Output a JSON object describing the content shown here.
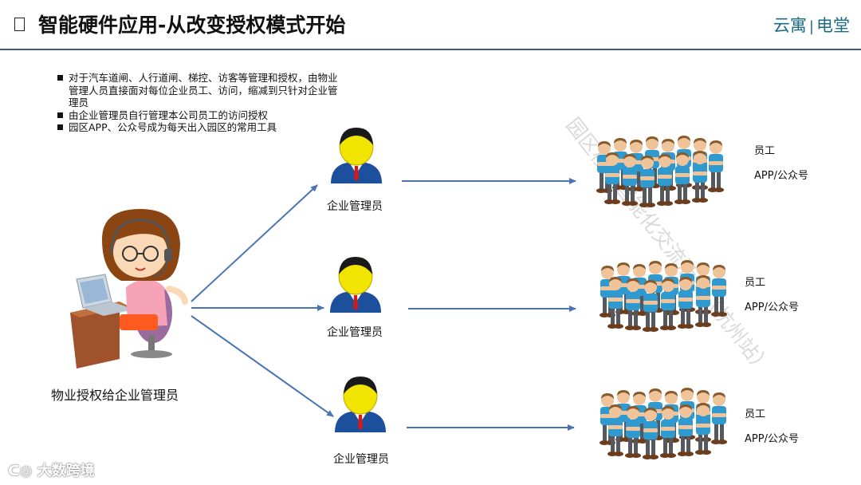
{
  "header": {
    "title": "智能硬件应用-从改变授权模式开始",
    "brand_left": "云寓",
    "brand_sep": "|",
    "brand_right": "电堂"
  },
  "bullets": [
    "对于汽车道闸、人行道闸、梯控、访客等管理和授权，由物业管理人员直接面对每位企业员工、访问，缩减到只针对企业管理员",
    "由企业管理员自行管理本公司员工的访问授权",
    "园区APP、公众号成为每天出入园区的常用工具"
  ],
  "source": {
    "caption": "物业授权给企业管理员"
  },
  "admins": [
    {
      "label": "企业管理员"
    },
    {
      "label": "企业管理员"
    },
    {
      "label": "企业管理员"
    }
  ],
  "groups": [
    {
      "line1": "员工",
      "line2": "APP/公众号"
    },
    {
      "line1": "员工",
      "line2": "APP/公众号"
    },
    {
      "line1": "员工",
      "line2": "APP/公众号"
    }
  ],
  "watermark": "园区楼宇智能化交流活动（杭州站）",
  "footer": {
    "logo": "大数跨境"
  },
  "colors": {
    "arrow": "#4a74b4",
    "shirt": "#2e9ad0",
    "admin_suit": "#1c4f9c",
    "admin_head": "#f1e400",
    "brand": "#1a6c84"
  }
}
